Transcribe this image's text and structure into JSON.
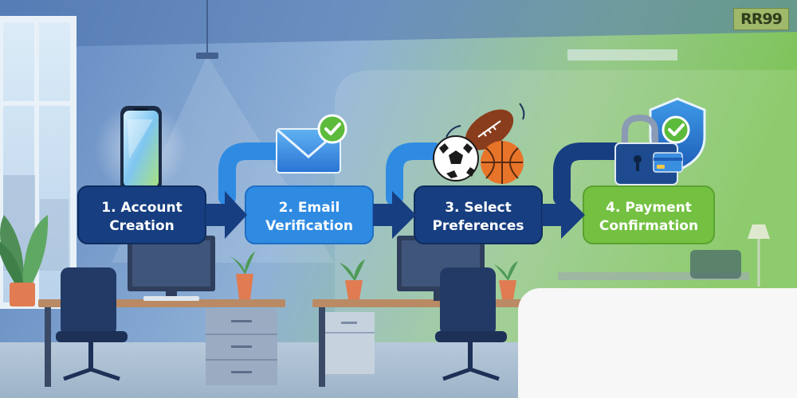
{
  "logo": {
    "text": "RR99",
    "background": "#9fb86a"
  },
  "flow": {
    "steps": [
      {
        "number": "1.",
        "line1": "1. Account",
        "line2": "Creation",
        "color": "#173e80",
        "icon": "smartphone-icon"
      },
      {
        "number": "2.",
        "line1": "2. Email",
        "line2": "Verification",
        "color": "#2f8be2",
        "icon": "envelope-check-icon"
      },
      {
        "number": "3.",
        "line1": "3. Select",
        "line2": "Preferences",
        "color": "#173e80",
        "icon": "sports-balls-icon"
      },
      {
        "number": "4.",
        "line1": "4. Payment",
        "line2": "Confirmation",
        "color": "#74c142",
        "icon": "padlock-shield-card-icon"
      }
    ],
    "arrow_color": "#173e80",
    "connector_color": "#2f8be2"
  },
  "colors": {
    "sky_blue": "#6b93c7",
    "accent_green": "#8fcf5a",
    "check_green": "#5dbb3b"
  }
}
